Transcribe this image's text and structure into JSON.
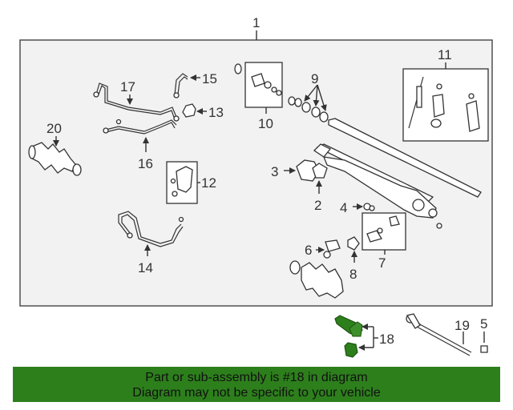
{
  "diagram": {
    "callouts": {
      "c1": "1",
      "c2": "2",
      "c3": "3",
      "c4": "4",
      "c5": "5",
      "c6": "6",
      "c7": "7",
      "c8": "8",
      "c9": "9",
      "c10": "10",
      "c11": "11",
      "c12": "12",
      "c13": "13",
      "c14": "14",
      "c15": "15",
      "c16": "16",
      "c17": "17",
      "c18": "18",
      "c19": "19",
      "c20": "20"
    },
    "highlighted_part": "18",
    "colors": {
      "highlight": "#2d7f1c",
      "panel_fill": "#f2f2f2",
      "line": "#333333",
      "banner": "#2d7f1c"
    }
  },
  "banner": {
    "line1": "Part or sub-assembly is #18 in diagram",
    "line2": "Diagram may not be specific to your vehicle"
  }
}
